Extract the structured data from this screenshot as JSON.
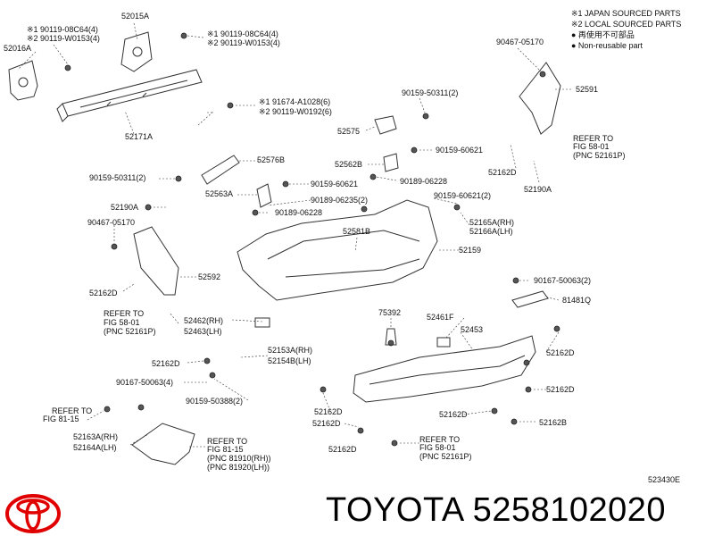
{
  "legend": [
    "※1 JAPAN SOURCED PARTS",
    "※2 LOCAL SOURCED PARTS",
    "● 再使用不可部品",
    "● Non-reusable part"
  ],
  "labels": {
    "l52015a": "52015A",
    "l52016a": "52016A",
    "lp1a": "※1 90119-08C64(4)",
    "lp1b": "※2 90119-W0153(4)",
    "lp2a": "※1 90119-08C64(4)",
    "lp2b": "※2 90119-W0153(4)",
    "l52171a": "52171A",
    "lp3a": "※1 91674-A1028(6)",
    "lp3b": "※2 90119-W0192(6)",
    "l90467a": "90467-05170",
    "l52591": "52591",
    "l90159a": "90159-50311(2)",
    "l52575": "52575",
    "l90159b": "90159-60621",
    "l52562b": "52562B",
    "l90189a": "90189-06228",
    "l52162da": "52162D",
    "lrefa1": "REFER TO",
    "lrefa2": "FIG 58-01",
    "lrefa3": "(PNC 52161P)",
    "l52190aa": "52190A",
    "l90159c": "90159-50311(2)",
    "l52576b": "52576B",
    "l52563a": "52563A",
    "l90159d": "90159-60621",
    "l90189b": "90189-06235(2)",
    "l90189c": "90189-06228",
    "l90159e": "90159-60621(2)",
    "l52190ab": "52190A",
    "l90467b": "90467-05170",
    "l52581b": "52581B",
    "l52165a": "52165A(RH)",
    "l52166a": "52166A(LH)",
    "l52159": "52159",
    "l52162db": "52162D",
    "l52592": "52592",
    "lrefb1": "REFER TO",
    "lrefb2": "FIG 58-01",
    "lrefb3": "(PNC 52161P)",
    "l52462": "52462(RH)",
    "l52463": "52463(LH)",
    "l90167a": "90167-50063(2)",
    "l81481q": "81481Q",
    "l75392": "75392",
    "l52461f": "52461F",
    "l52453": "52453",
    "l52153a": "52153A(RH)",
    "l52154b": "52154B(LH)",
    "l52162dc": "52162D",
    "l52162dd": "52162D",
    "l90167b": "90167-50063(4)",
    "l90159f": "90159-50388(2)",
    "l52162de": "52162D",
    "l52162df": "52162D",
    "l52162dg": "52162D",
    "l52162dh": "52162D",
    "l52162b": "52162B",
    "lrefc1": "REFER TO",
    "lrefc2": "FIG 81-15",
    "l52163a": "52163A(RH)",
    "l52164a": "52164A(LH)",
    "lrefd1": "REFER TO",
    "lrefd2": "FIG 81-15",
    "lrefd3": "(PNC 81910(RH))",
    "lrefd4": "(PNC 81920(LH))",
    "l52162di": "52162D",
    "lrefe1": "REFER TO",
    "lrefe2": "FIG 58-01",
    "lrefe3": "(PNC 52161P)"
  },
  "diagram_code": "523430E",
  "brand_text": "TOYOTA 5258102020",
  "colors": {
    "ink": "#333333",
    "logo": "#e00000"
  }
}
